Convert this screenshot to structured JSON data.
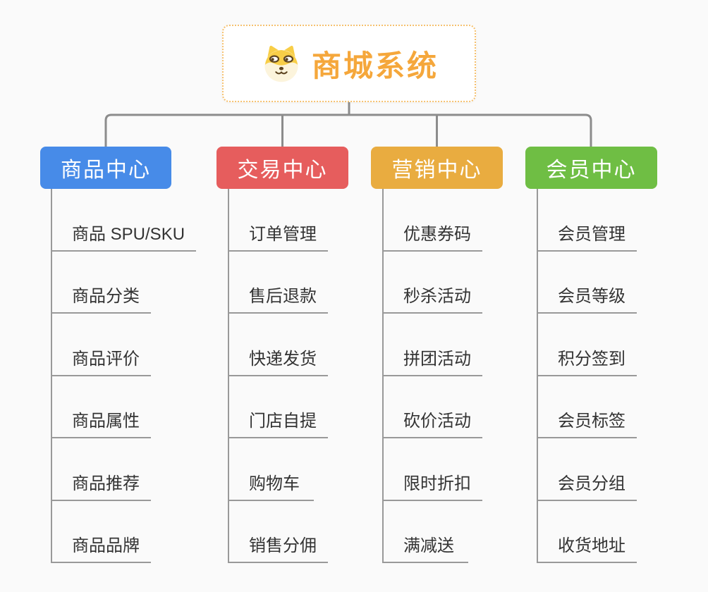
{
  "root": {
    "title": "商城系统",
    "icon": "shiba-dog-icon"
  },
  "branches": [
    {
      "label": "商品中心",
      "color": "#478BE8",
      "items": [
        "商品 SPU/SKU",
        "商品分类",
        "商品评价",
        "商品属性",
        "商品推荐",
        "商品品牌"
      ]
    },
    {
      "label": "交易中心",
      "color": "#E65D5D",
      "items": [
        "订单管理",
        "售后退款",
        "快递发货",
        "门店自提",
        "购物车",
        "销售分佣"
      ]
    },
    {
      "label": "营销中心",
      "color": "#E9AC40",
      "items": [
        "优惠券码",
        "秒杀活动",
        "拼团活动",
        "砍价活动",
        "限时折扣",
        "满减送"
      ]
    },
    {
      "label": "会员中心",
      "color": "#6FBE44",
      "items": [
        "会员管理",
        "会员等级",
        "积分签到",
        "会员标签",
        "会员分组",
        "收货地址"
      ]
    }
  ],
  "colors": {
    "background": "#FAFAFA",
    "connector": "#8C8C8C",
    "item_line": "#999999",
    "item_text": "#333333",
    "root_accent": "#F5A73B",
    "root_border": "#F6C16F"
  }
}
